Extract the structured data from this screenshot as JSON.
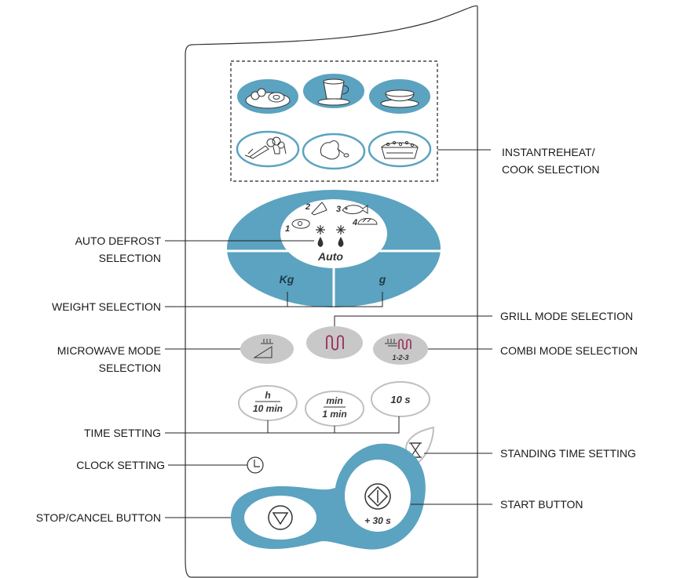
{
  "callouts": {
    "instant_reheat_line1": "INSTANTREHEAT/",
    "instant_reheat_line2": "COOK SELECTION",
    "auto_defrost_line1": "AUTO DEFROST",
    "auto_defrost_line2": "SELECTION",
    "weight_selection": "WEIGHT SELECTION",
    "grill_mode": "GRILL MODE SELECTION",
    "microwave_mode_line1": "MICROWAVE MODE",
    "microwave_mode_line2": "SELECTION",
    "combi_mode": "COMBI MODE SELECTION",
    "time_setting": "TIME SETTING",
    "standing_time": "STANDING TIME SETTING",
    "clock_setting": "CLOCK SETTING",
    "start_button": "START BUTTON",
    "stop_cancel_button": "STOP/CANCEL BUTTON"
  },
  "defrost": {
    "num1": "1",
    "num2": "2",
    "num3": "3",
    "num4": "4",
    "auto_label": "Auto",
    "kg_label": "Kg",
    "g_label": "g"
  },
  "combi_sub": "1-2-3",
  "time_buttons": {
    "h_top": "h",
    "h_bottom": "10 min",
    "min_top": "min",
    "min_bottom": "1 min",
    "s_label": "10 s"
  },
  "start_sub": "+ 30 s",
  "colors": {
    "blue": "#5ba3c0",
    "gray": "#c8c8c8",
    "grill_red": "#9b2a5a",
    "outline": "#333333"
  },
  "icons": {
    "reheat_1": "plate-of-food-icon",
    "reheat_2": "cup-icon",
    "reheat_3": "soup-bowl-icon",
    "reheat_4": "vegetables-icon",
    "reheat_5": "chicken-icon",
    "reheat_6": "gratin-dish-icon"
  }
}
